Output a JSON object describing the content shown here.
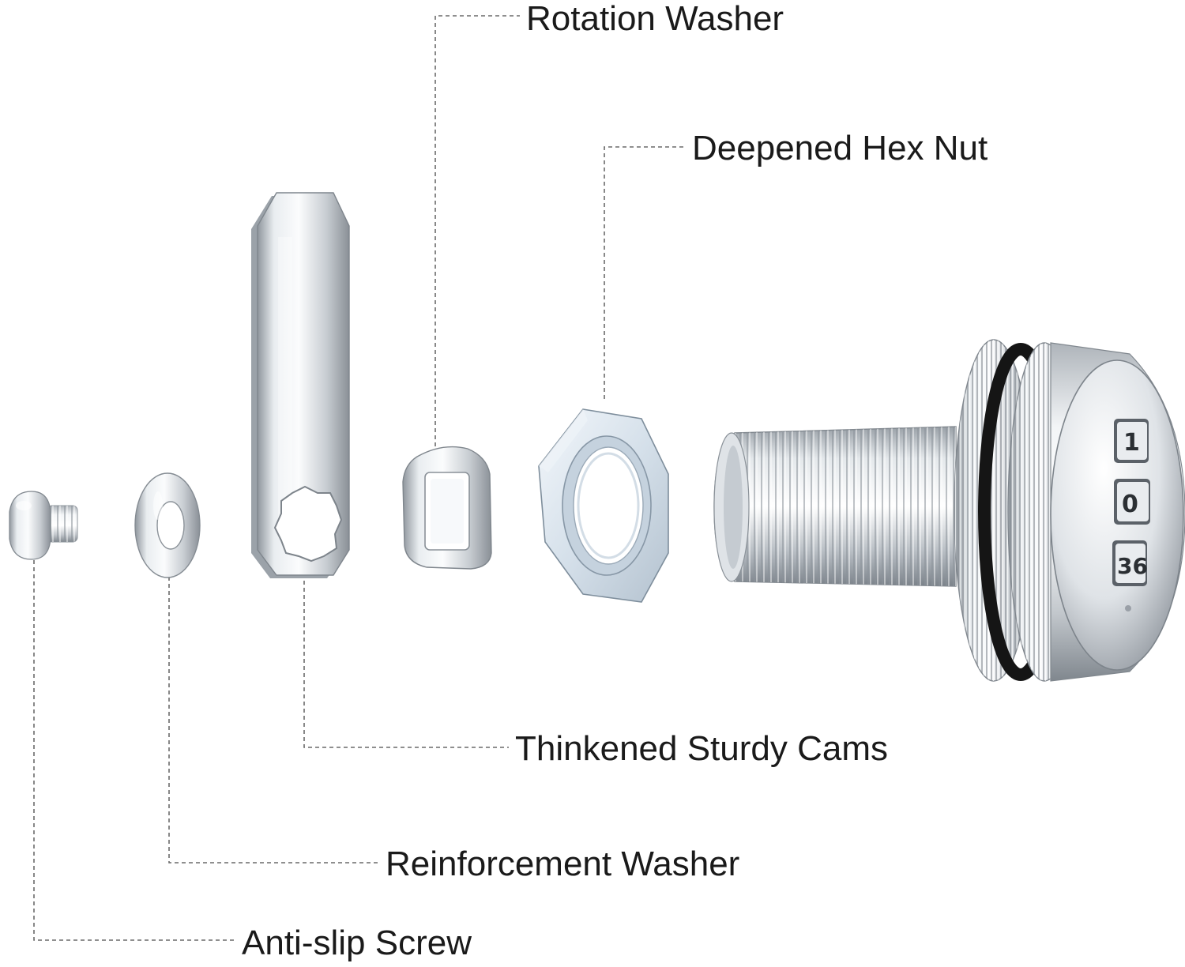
{
  "labels": {
    "rotation_washer": "Rotation Washer",
    "deepened_hex_nut": "Deepened Hex Nut",
    "thinkened_sturdy_cams": "Thinkened Sturdy Cams",
    "reinforcement_washer": "Reinforcement Washer",
    "anti_slip_screw": "Anti-slip Screw"
  },
  "dial": {
    "row1": "1",
    "row2": "0",
    "row3": "36"
  },
  "colors": {
    "leader_line": "#6a6a6a",
    "text": "#1a1a1a",
    "chrome_light": "#f4f6f8",
    "chrome_mid": "#c3c8cd",
    "chrome_dark": "#7d848b",
    "nut_tint": "#dde7f0",
    "o_ring": "#151515"
  }
}
